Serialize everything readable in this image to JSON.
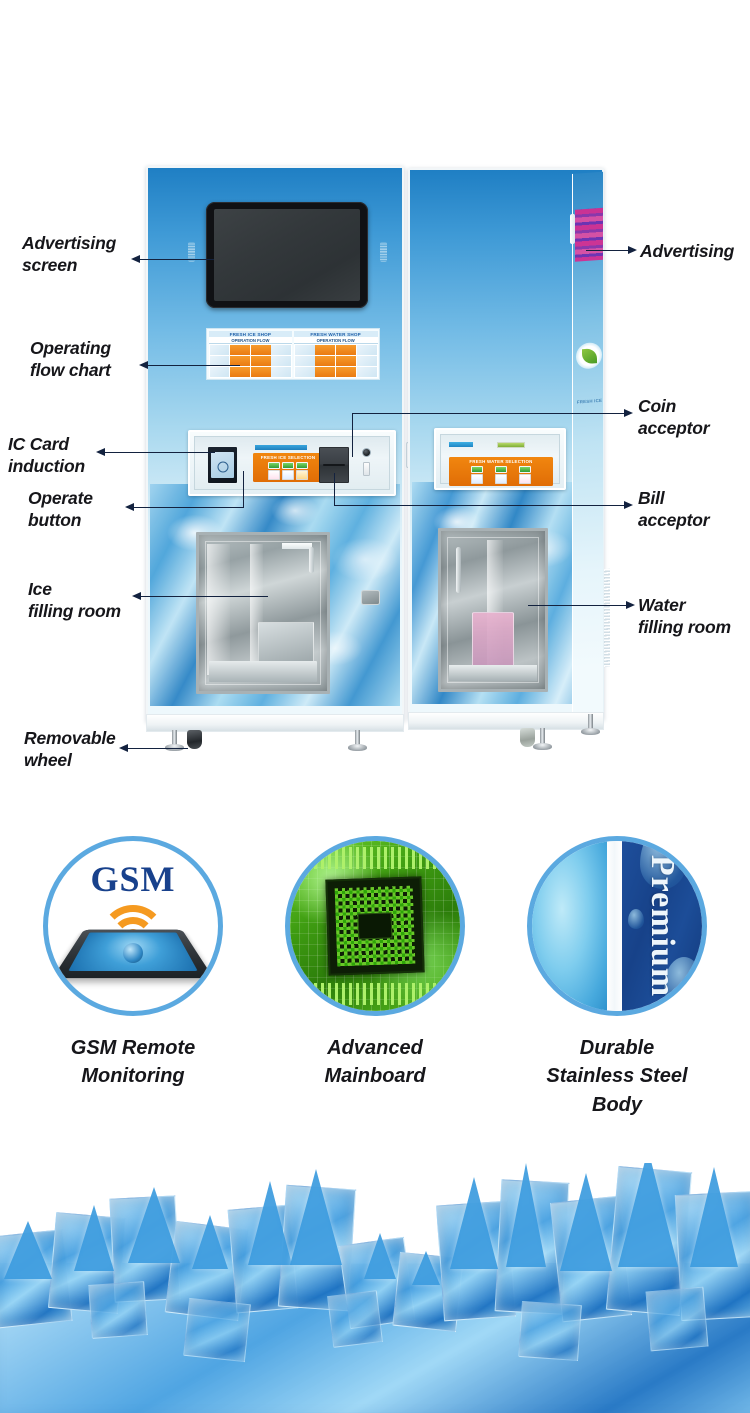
{
  "callouts": {
    "left": [
      {
        "id": "advertising-screen",
        "text": "Advertising\nscreen"
      },
      {
        "id": "operating-flow-chart",
        "text": "Operating\nflow chart"
      },
      {
        "id": "ic-card-induction",
        "text": "IC Card\ninduction"
      },
      {
        "id": "operate-button",
        "text": "Operate\nbutton"
      },
      {
        "id": "ice-filling-room",
        "text": "Ice\nfilling room"
      },
      {
        "id": "removable-wheel",
        "text": "Removable\nwheel"
      }
    ],
    "right": [
      {
        "id": "advertising",
        "text": "Advertising"
      },
      {
        "id": "coin-acceptor",
        "text": "Coin\nacceptor"
      },
      {
        "id": "bill-acceptor",
        "text": "Bill\nacceptor"
      },
      {
        "id": "water-filling-room",
        "text": "Water\nfilling room"
      }
    ]
  },
  "machine": {
    "flow_chart": {
      "panels": [
        {
          "title": "FRESH ICE SHOP",
          "subtitle": "OPERATION FLOW"
        },
        {
          "title": "FRESH WATER SHOP",
          "subtitle": "OPERATION FLOW"
        }
      ]
    },
    "ice_panel": {
      "selection_header": "FRESH ICE SELECTION"
    },
    "water_panel": {
      "selection_header": "FRESH WATER SELECTION"
    },
    "side_panel": {
      "brand_text": "FRESH\nICE"
    }
  },
  "features": [
    {
      "id": "gsm-remote-monitoring",
      "label": "GSM Remote\nMonitoring",
      "icon": "gsm-tablet-icon",
      "word": "GSM"
    },
    {
      "id": "advanced-mainboard",
      "label": "Advanced\nMainboard",
      "icon": "circuit-board-icon"
    },
    {
      "id": "durable-stainless-steel-body",
      "label": "Durable\nStainless Steel\nBody",
      "icon": "stainless-panel-icon",
      "word": "Premium"
    }
  ],
  "colors": {
    "accent_blue": "#5ba9e0",
    "label_black": "#16161a",
    "leader_line": "#13223f",
    "gsm_blue": "#18418c",
    "wifi_orange": "#f59a20",
    "pcb_green": "#3f9d12",
    "premium_navy": "#1e4f9c",
    "ice_blue": "#3c9bde"
  }
}
